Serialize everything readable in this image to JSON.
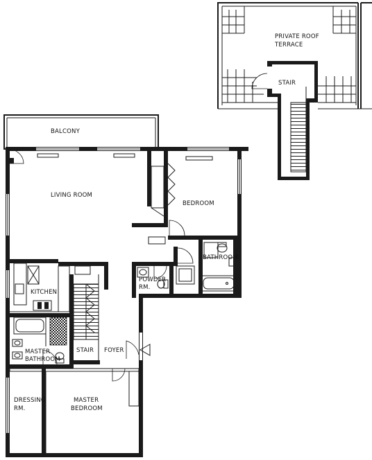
{
  "rooms": {
    "private_roof_terrace_line1": "PRIVATE ROOF",
    "private_roof_terrace_line2": "TERRACE",
    "stair_upper": "STAIR",
    "balcony": "BALCONY",
    "living_room": "LIVING ROOM",
    "bedroom": "BEDROOM",
    "bathroom": "BATHROOM",
    "kitchen": "KITCHEN",
    "powder_rm_line1": "POWDER",
    "powder_rm_line2": "RM.",
    "stair_lower": "STAIR",
    "foyer": "FOYER",
    "master_bathroom_line1": "MASTER",
    "master_bathroom_line2": "BATHROOM",
    "dressing_rm_line1": "DRESSING",
    "dressing_rm_line2": "RM.",
    "master_bedroom_line1": "MASTER",
    "master_bedroom_line2": "BEDROOM"
  },
  "icons": {
    "entry": "entry-arrow-icon",
    "stair": "stair-treads-icon",
    "door": "door-swing-icon",
    "toilet": "toilet-icon",
    "sink": "sink-icon",
    "tub": "bathtub-icon"
  }
}
